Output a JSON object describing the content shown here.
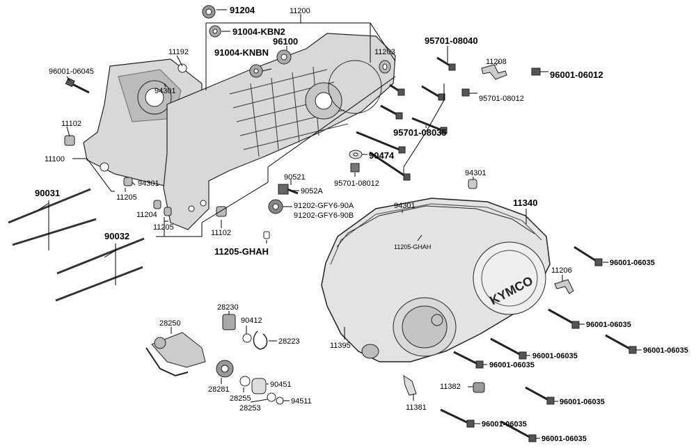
{
  "brand_logo": "KYMCO",
  "labels": {
    "p91204": "91204",
    "p11200": "11200",
    "p91004kbn2": "91004-KBN2",
    "p96100": "96100",
    "p91004knbn": "91004-KNBN",
    "p11192": "11192",
    "p11203": "11203",
    "p96001_06045": "96001-06045",
    "p94301_a": "94301",
    "p11102_a": "11102",
    "p11100": "11100",
    "p94301_b": "94301",
    "p11205_a": "11205",
    "p90031": "90031",
    "p11204": "11204",
    "p11205_b": "11205",
    "p11102_b": "11102",
    "p90032": "90032",
    "p11205ghah": "11205-GHAH",
    "p95701_08040": "95701-08040",
    "p11208": "11208",
    "p96001_06012": "96001-06012",
    "p95701_08012_a": "95701-08012",
    "p95701_08035": "95701-08035",
    "p90474": "90474",
    "p95701_08012_b": "95701-08012",
    "p90521": "90521",
    "p9052a": "9052A",
    "p91202a": "91202-GFY6-90A",
    "p91202b": "91202-GFY6-90B",
    "p94301_c": "94301",
    "p94301_d": "94301",
    "p11340": "11340",
    "p11205ghah_small": "11205-GHAH",
    "p96001_06035_a": "96001-06035",
    "p11206": "11206",
    "p96001_06035_b": "96001-06035",
    "p96001_06035_c": "96001-06035",
    "p96001_06035_d": "96001-06035",
    "p96001_06035_e": "96001-06035",
    "p11395": "11395",
    "p11382": "11382",
    "p11381": "11381",
    "p96001_06035_f": "96001-06035",
    "p96001_06035_g": "96001-06035",
    "p96001_06035_h": "96001-06035",
    "p28230": "28230",
    "p90412": "90412",
    "p28250": "28250",
    "p28223": "28223",
    "p28281": "28281",
    "p90451": "90451",
    "p28255": "28255",
    "p28253": "28253",
    "p94511": "94511"
  }
}
